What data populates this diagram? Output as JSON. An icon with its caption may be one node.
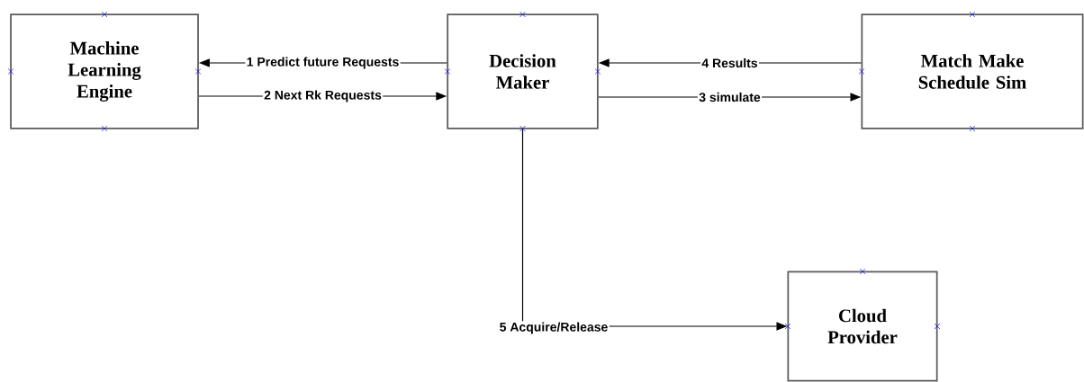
{
  "diagram": {
    "nodes": [
      {
        "text": [
          "Machine Learning Engine"
        ]
      },
      {
        "text": [
          "Decision Maker"
        ]
      },
      {
        "text": [
          "Match Make Schedule Sim"
        ]
      },
      {
        "text": [
          "Cloud Provider"
        ]
      }
    ],
    "edges": [
      {
        "from": 1,
        "to": 0,
        "arrow": "to",
        "label": "1 Predict future Requests"
      },
      {
        "from": 0,
        "to": 1,
        "arrow": "to",
        "label": "2 Next Rk Requests"
      },
      {
        "from": 1,
        "to": 2,
        "arrow": "to",
        "label": "3 simulate"
      },
      {
        "from": 2,
        "to": 1,
        "arrow": "to",
        "label": "4 Results"
      },
      {
        "from": 1,
        "to": 3,
        "arrow": "to",
        "label": "5 Acquire/Release"
      }
    ]
  }
}
